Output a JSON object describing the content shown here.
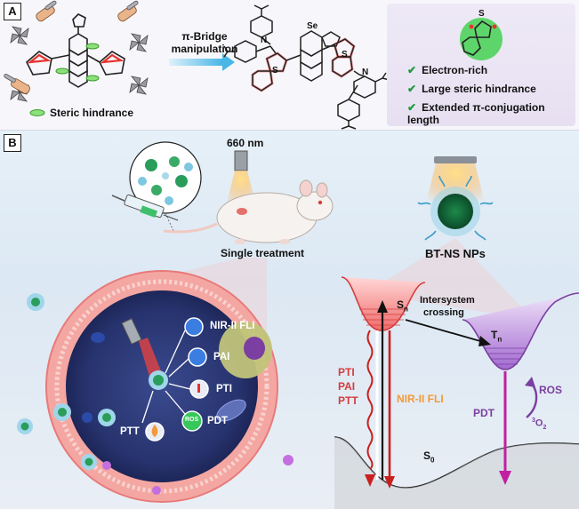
{
  "panel_a": {
    "label": "A",
    "arrow_text_line1": "π-Bridge",
    "arrow_text_line2": "manipulation",
    "legend_steric": "Steric hindrance",
    "molecule_atoms": {
      "se": "Se",
      "n": "N",
      "s": "S"
    },
    "features": [
      "Electron-rich",
      "Large steric hindrance",
      "Extended π-conjugation length"
    ],
    "check_glyph": "✔"
  },
  "panel_b": {
    "label": "B",
    "laser": "660 nm",
    "single_treatment": "Single treatment",
    "nps": "BT-NS NPs",
    "modalities": [
      "NIR-II FLI",
      "PAI",
      "PTI",
      "PDT",
      "PTT"
    ],
    "ros_inner": "ROS",
    "energy": {
      "sn": "S",
      "sn_sub": "n",
      "tn": "T",
      "tn_sub": "n",
      "s0": "S",
      "s0_sub": "0",
      "isc_line1": "Intersystem",
      "isc_line2": "crossing",
      "left_labels": [
        "PTI",
        "PAI",
        "PTT"
      ],
      "nir_label": "NIR-II FLI",
      "pdt": "PDT",
      "ros": "ROS",
      "o2_sup": "3",
      "o2": "O",
      "o2_sub": "2"
    }
  },
  "colors": {
    "accent_red": "#e8322c",
    "orange": "#f29a3a",
    "purple": "#7a3fa0",
    "magenta": "#c21fa3",
    "green_check": "#1e9a3a",
    "membrane": "#f08a8a"
  }
}
